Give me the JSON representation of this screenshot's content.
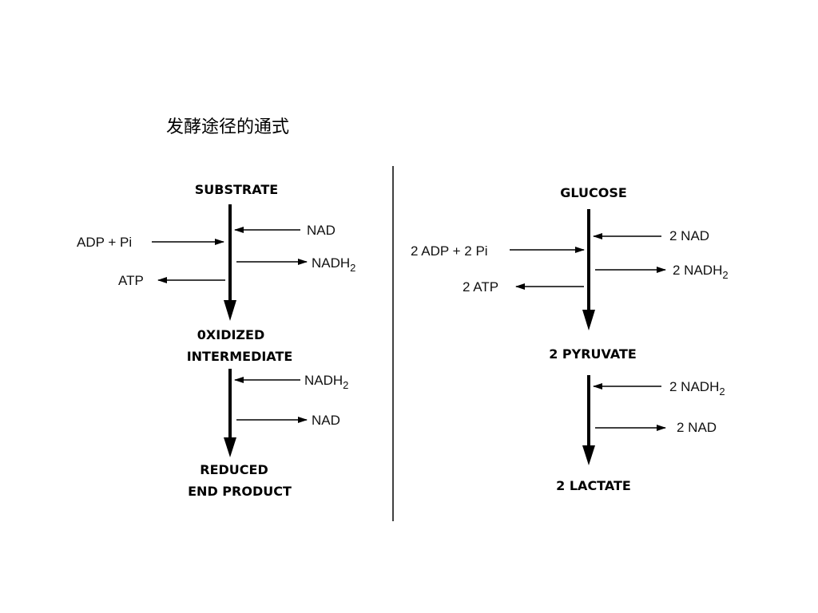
{
  "title": "发酵途径的通式",
  "left": {
    "substrate": "SUBSTRATE",
    "oxidized_line1": "0XIDIZED",
    "oxidized_line2": "INTERMEDIATE",
    "reduced_line1": "REDUCED",
    "reduced_line2": "END PRODUCT",
    "in_adp": "ADP + Pi",
    "out_atp": "ATP",
    "in_nad": "NAD",
    "out_nadh_base": "NADH",
    "out_nadh_sub": "2",
    "in_nadh_base": "NADH",
    "in_nadh_sub": "2",
    "out_nad": "NAD"
  },
  "right": {
    "glucose": "GLUCOSE",
    "pyruvate": "2 PYRUVATE",
    "lactate": "2 LACTATE",
    "in_adp": "2 ADP + 2 Pi",
    "out_atp": "2 ATP",
    "in_nad": "2 NAD",
    "out_nadh_base": "2 NADH",
    "out_nadh_sub": "2",
    "in_nadh_base": "2 NADH",
    "in_nadh_sub": "2",
    "out_nad": "2 NAD"
  }
}
